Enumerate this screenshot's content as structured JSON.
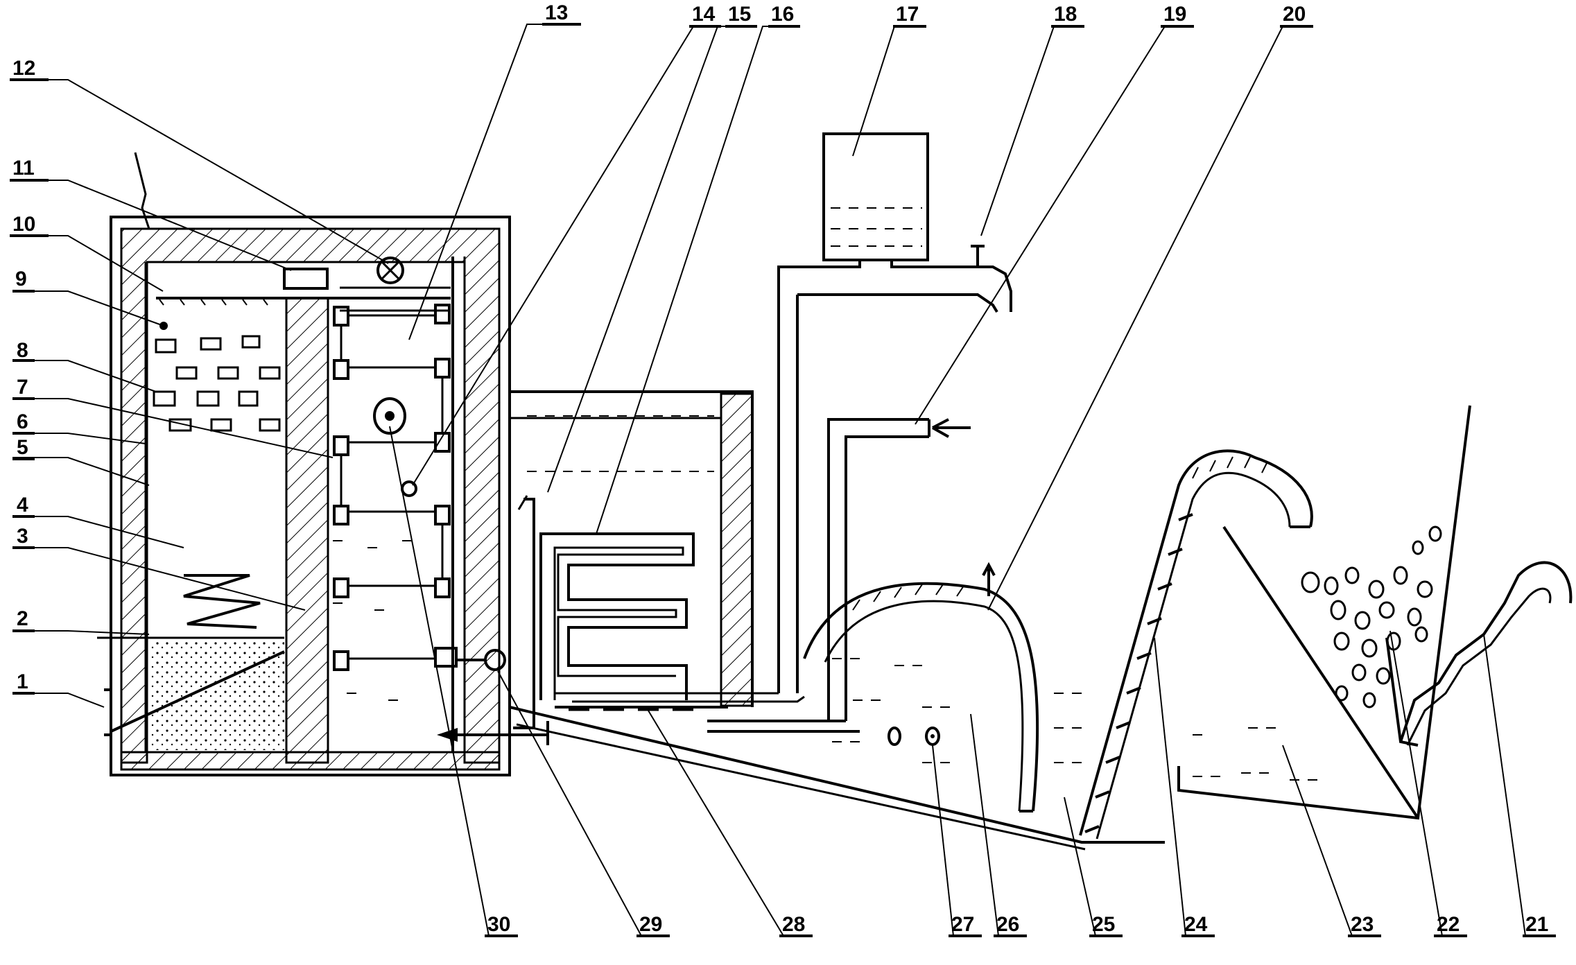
{
  "labels": [
    {
      "id": "1",
      "text": "1"
    },
    {
      "id": "2",
      "text": "2"
    },
    {
      "id": "3",
      "text": "3"
    },
    {
      "id": "4",
      "text": "4"
    },
    {
      "id": "5",
      "text": "5"
    },
    {
      "id": "6",
      "text": "6"
    },
    {
      "id": "7",
      "text": "7"
    },
    {
      "id": "8",
      "text": "8"
    },
    {
      "id": "9",
      "text": "9"
    },
    {
      "id": "10",
      "text": "10"
    },
    {
      "id": "11",
      "text": "11"
    },
    {
      "id": "12",
      "text": "12"
    },
    {
      "id": "13",
      "text": "13"
    },
    {
      "id": "14",
      "text": "14"
    },
    {
      "id": "15",
      "text": "15"
    },
    {
      "id": "16",
      "text": "16"
    },
    {
      "id": "17",
      "text": "17"
    },
    {
      "id": "18",
      "text": "18"
    },
    {
      "id": "19",
      "text": "19"
    },
    {
      "id": "20",
      "text": "20"
    },
    {
      "id": "21",
      "text": "21"
    },
    {
      "id": "22",
      "text": "22"
    },
    {
      "id": "23",
      "text": "23"
    },
    {
      "id": "24",
      "text": "24"
    },
    {
      "id": "25",
      "text": "25"
    },
    {
      "id": "26",
      "text": "26"
    },
    {
      "id": "27",
      "text": "27"
    },
    {
      "id": "28",
      "text": "28"
    },
    {
      "id": "29",
      "text": "29"
    },
    {
      "id": "30",
      "text": "30"
    }
  ],
  "colors": {
    "ink": "#000000",
    "paper": "#ffffff"
  }
}
